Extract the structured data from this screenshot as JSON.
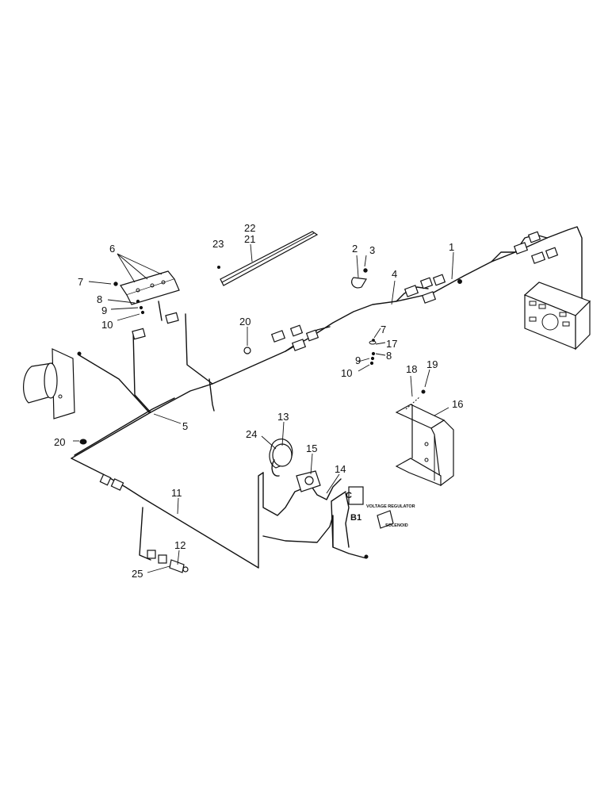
{
  "callouts": {
    "c1": "1",
    "c2": "2",
    "c3": "3",
    "c4": "4",
    "c5": "5",
    "c6": "6",
    "c7a": "7",
    "c7b": "7",
    "c8a": "8",
    "c8b": "8",
    "c9a": "9",
    "c9b": "9",
    "c10a": "10",
    "c10b": "10",
    "c11": "11",
    "c12": "12",
    "c13": "13",
    "c14": "14",
    "c15": "15",
    "c16": "16",
    "c17": "17",
    "c18": "18",
    "c19": "19",
    "c20a": "20",
    "c20b": "20",
    "c21": "21",
    "c22": "22",
    "c23": "23",
    "c24": "24",
    "c25": "25"
  },
  "labels": {
    "voltage_regulator": "VOLTAGE REGULATOR",
    "solenoid": "SOLENOID",
    "terminal_c": "C",
    "terminal_b1": "B1"
  }
}
